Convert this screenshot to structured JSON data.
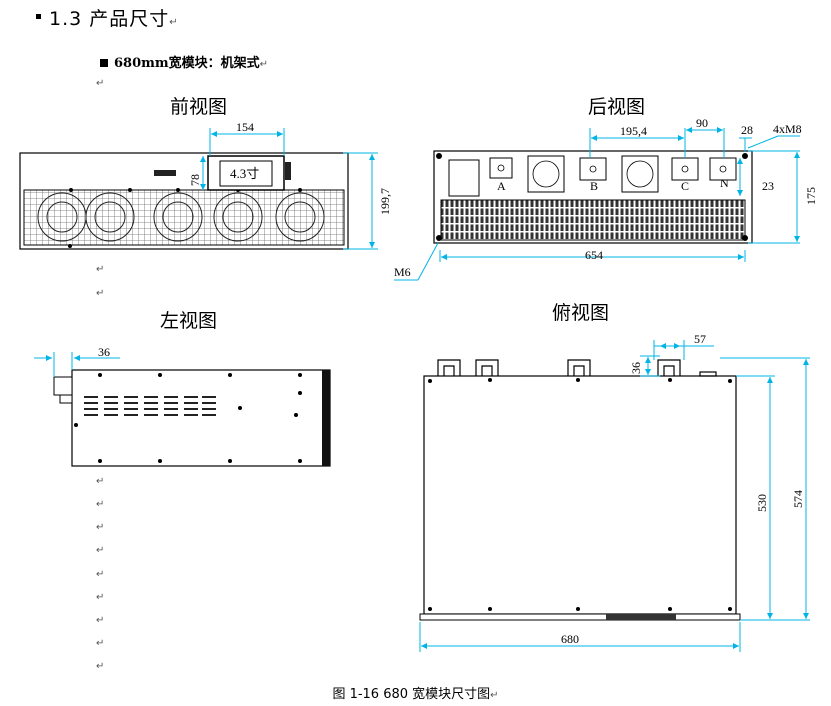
{
  "heading": {
    "number": "1.3",
    "title": "产品尺寸"
  },
  "subheading": {
    "text": "680mm宽模块：机架式"
  },
  "paragraph_mark": "↵",
  "views": {
    "front": {
      "title": "前视图",
      "dim_width": "154",
      "dim_height": "199,7",
      "dim_78": "78",
      "screen_label": "4.3寸"
    },
    "rear": {
      "title": "后视图",
      "dim_195": "195,4",
      "dim_90": "90",
      "dim_28": "28",
      "dim_4xm8": "4xM8",
      "dim_23": "23",
      "dim_175": "175",
      "dim_654": "654",
      "dim_m6": "M6",
      "phase_a": "A",
      "phase_b": "B",
      "phase_c": "C",
      "phase_n": "N"
    },
    "left": {
      "title": "左视图",
      "dim_36": "36"
    },
    "top": {
      "title": "俯视图",
      "dim_36": "36",
      "dim_57": "57",
      "dim_530": "530",
      "dim_574": "574",
      "dim_680": "680"
    }
  },
  "caption": "图 1-16  680 宽模块尺寸图"
}
